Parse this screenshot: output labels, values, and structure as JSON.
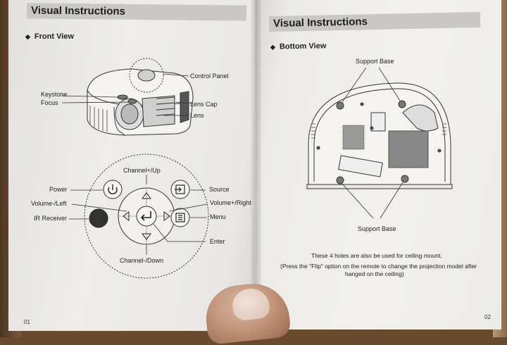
{
  "left_page": {
    "header": "Visual Instructions",
    "section": "Front View",
    "labels": {
      "control_panel": "Control Panel",
      "keystone": "Keystone",
      "focus": "Focus",
      "lens_cap": "Lens Cap",
      "lens": "Lens",
      "channel_up": "Channel+/Up",
      "power": "Power",
      "source": "Source",
      "volume_left": "Volume-/Left",
      "volume_right": "Volume+/Right",
      "ir_receiver": "IR Receiver",
      "menu": "Menu",
      "enter": "Enter",
      "channel_down": "Channel-/Down"
    },
    "page_number": "01"
  },
  "right_page": {
    "header": "Visual Instructions",
    "section": "Bottom View",
    "labels": {
      "support_base_top": "Support Base",
      "support_base_bottom": "Support Base"
    },
    "note_line1": "These 4 holes are also be used for ceiling mount.",
    "note_line2": "(Press the \"Flip\" option on the remote to change the projection model after",
    "note_line3": "hanged on the ceiling)",
    "page_number": "02"
  },
  "icons": [
    "diamond-bullet-icon",
    "power-icon",
    "source-icon",
    "enter-icon",
    "menu-icon",
    "arrow-up-icon",
    "arrow-down-icon",
    "arrow-left-icon",
    "arrow-right-icon"
  ]
}
